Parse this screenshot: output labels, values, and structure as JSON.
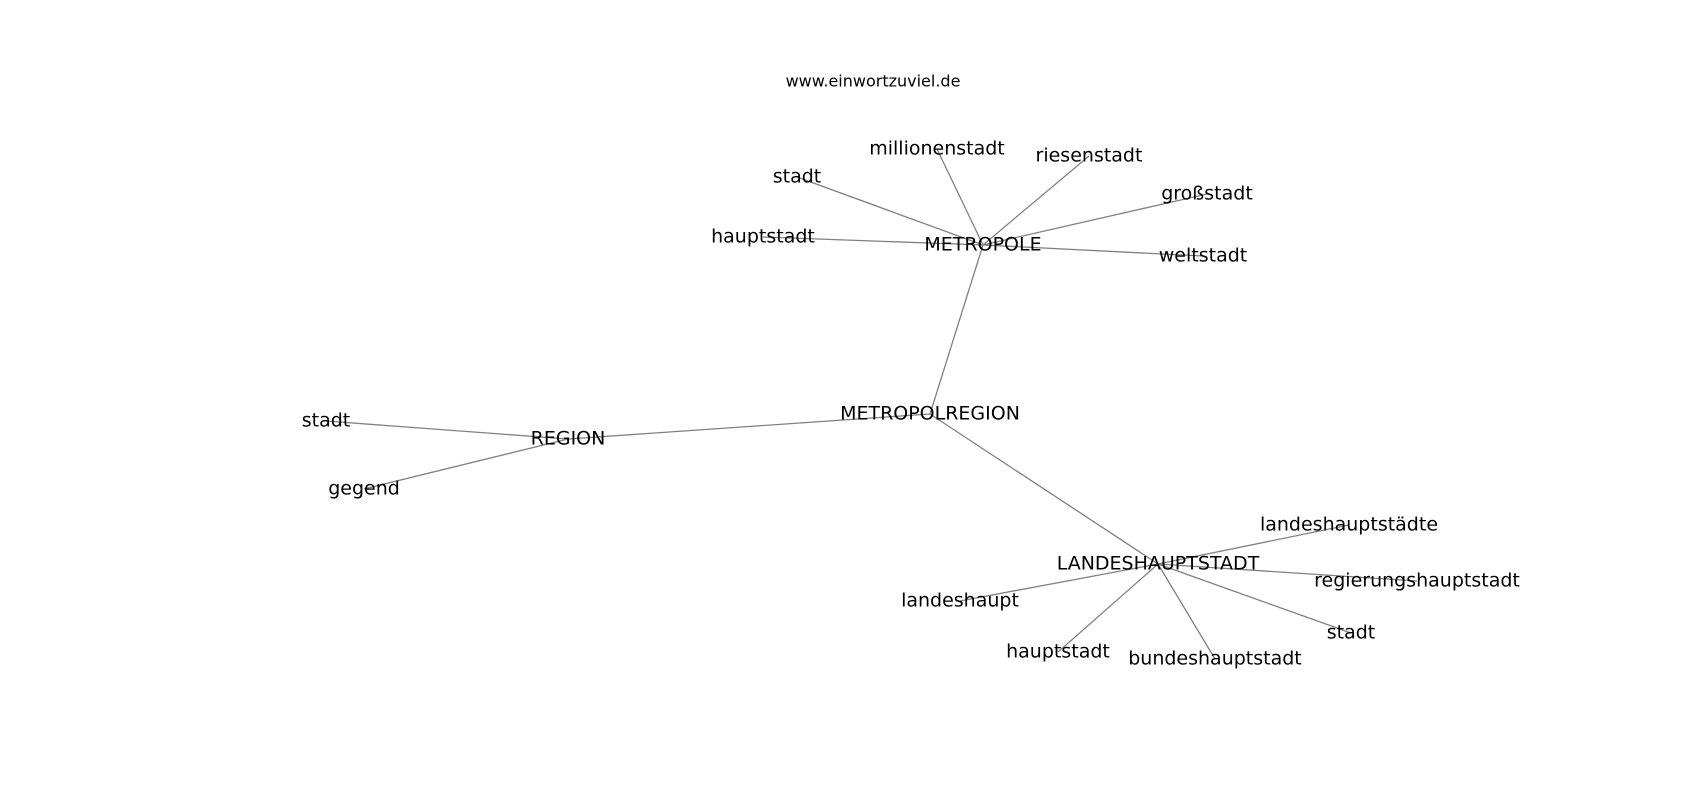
{
  "watermark": "www.einwortzuviel.de",
  "colors": {
    "edge": "#808080",
    "label": "#000000",
    "background": "#ffffff"
  },
  "nodes": [
    {
      "id": "metropolregion",
      "label": "METROPOLREGION"
    },
    {
      "id": "metropole",
      "label": "METROPOLE"
    },
    {
      "id": "region",
      "label": "REGION"
    },
    {
      "id": "landeshauptstadt",
      "label": "LANDESHAUPTSTADT"
    },
    {
      "id": "m_stadt",
      "label": "stadt"
    },
    {
      "id": "m_millionenstadt",
      "label": "millionenstadt"
    },
    {
      "id": "m_riesenstadt",
      "label": "riesenstadt"
    },
    {
      "id": "m_grossstadt",
      "label": "großstadt"
    },
    {
      "id": "m_hauptstadt",
      "label": "hauptstadt"
    },
    {
      "id": "m_weltstadt",
      "label": "weltstadt"
    },
    {
      "id": "r_stadt",
      "label": "stadt"
    },
    {
      "id": "r_gegend",
      "label": "gegend"
    },
    {
      "id": "l_landeshauptstaedte",
      "label": "landeshauptstädte"
    },
    {
      "id": "l_regierungshauptstadt",
      "label": "regierungshauptstadt"
    },
    {
      "id": "l_landeshaupt",
      "label": "landeshaupt"
    },
    {
      "id": "l_stadt",
      "label": "stadt"
    },
    {
      "id": "l_hauptstadt",
      "label": "hauptstadt"
    },
    {
      "id": "l_bundeshauptstadt",
      "label": "bundeshauptstadt"
    }
  ],
  "edges": [
    [
      "metropolregion",
      "metropole"
    ],
    [
      "metropolregion",
      "region"
    ],
    [
      "metropolregion",
      "landeshauptstadt"
    ],
    [
      "metropole",
      "m_stadt"
    ],
    [
      "metropole",
      "m_millionenstadt"
    ],
    [
      "metropole",
      "m_riesenstadt"
    ],
    [
      "metropole",
      "m_grossstadt"
    ],
    [
      "metropole",
      "m_hauptstadt"
    ],
    [
      "metropole",
      "m_weltstadt"
    ],
    [
      "region",
      "r_stadt"
    ],
    [
      "region",
      "r_gegend"
    ],
    [
      "landeshauptstadt",
      "l_landeshauptstaedte"
    ],
    [
      "landeshauptstadt",
      "l_regierungshauptstadt"
    ],
    [
      "landeshauptstadt",
      "l_landeshaupt"
    ],
    [
      "landeshauptstadt",
      "l_stadt"
    ],
    [
      "landeshauptstadt",
      "l_hauptstadt"
    ],
    [
      "landeshauptstadt",
      "l_bundeshauptstadt"
    ]
  ]
}
